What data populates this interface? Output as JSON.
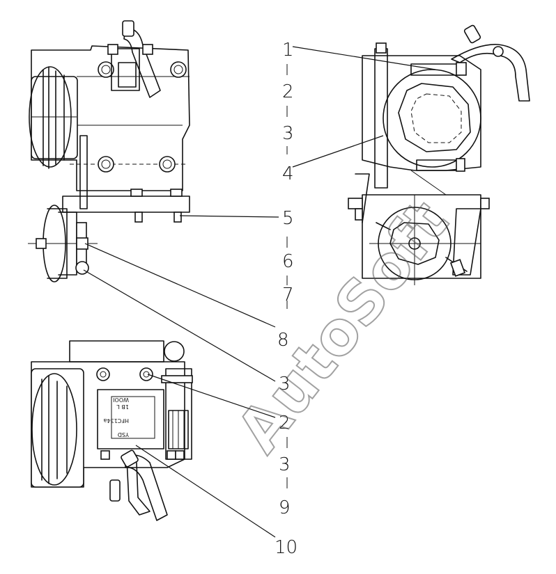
{
  "callouts": [
    {
      "id": "c1",
      "label": "1"
    },
    {
      "id": "c2",
      "label": "2"
    },
    {
      "id": "c3",
      "label": "3"
    },
    {
      "id": "c4",
      "label": "4"
    },
    {
      "id": "c5",
      "label": "5"
    },
    {
      "id": "c6",
      "label": "6"
    },
    {
      "id": "c7",
      "label": "7"
    },
    {
      "id": "c8",
      "label": "8"
    },
    {
      "id": "c3b",
      "label": "3"
    },
    {
      "id": "c2b",
      "label": "2"
    },
    {
      "id": "c3c",
      "label": "3"
    },
    {
      "id": "c9",
      "label": "9"
    },
    {
      "id": "c10",
      "label": "10"
    }
  ],
  "nameplate": {
    "line1": "HFC134a",
    "line2": "1B L",
    "line3": "WOOI",
    "line4": "YSD"
  },
  "watermark": "AutoSoft"
}
